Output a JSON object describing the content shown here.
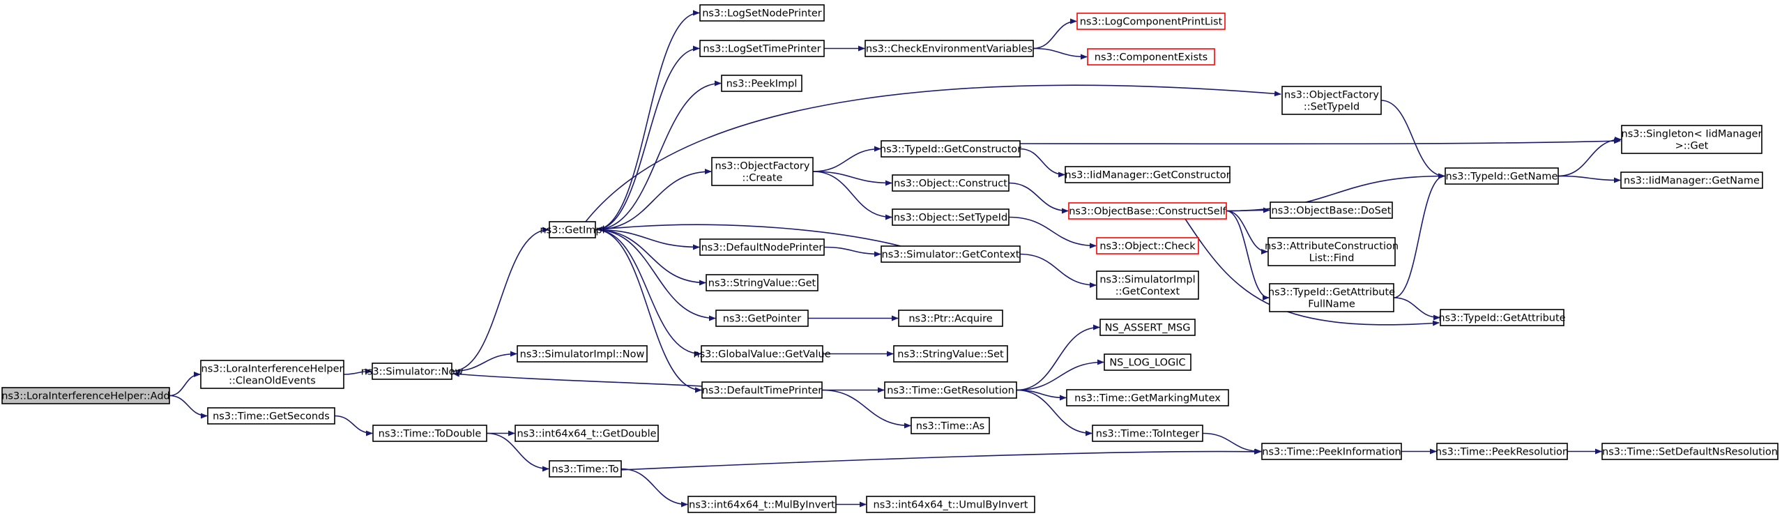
{
  "diagram": {
    "colors": {
      "edge": "#191970",
      "node_border": "#000000",
      "node_border_missing_doc": "#ff0000",
      "root_fill": "#bfbfbf",
      "node_fill": "#ffffff"
    },
    "nodes": [
      {
        "id": "add",
        "lines": [
          "ns3::LoraInterferenceHelper::Add"
        ],
        "style": "root"
      },
      {
        "id": "cleanold",
        "lines": [
          "ns3::LoraInterferenceHelper",
          "::CleanOldEvents"
        ]
      },
      {
        "id": "getseconds",
        "lines": [
          "ns3::Time::GetSeconds"
        ]
      },
      {
        "id": "simnow",
        "lines": [
          "ns3::Simulator::Now"
        ]
      },
      {
        "id": "todouble",
        "lines": [
          "ns3::Time::ToDouble"
        ]
      },
      {
        "id": "getimpl",
        "lines": [
          "ns3::GetImpl"
        ]
      },
      {
        "id": "simimplnow",
        "lines": [
          "ns3::SimulatorImpl::Now"
        ]
      },
      {
        "id": "getdouble",
        "lines": [
          "ns3::int64x64_t::GetDouble"
        ]
      },
      {
        "id": "timeto",
        "lines": [
          "ns3::Time::To"
        ]
      },
      {
        "id": "logsetnode",
        "lines": [
          "ns3::LogSetNodePrinter"
        ]
      },
      {
        "id": "logsettime",
        "lines": [
          "ns3::LogSetTimePrinter"
        ]
      },
      {
        "id": "peekimpl",
        "lines": [
          "ns3::PeekImpl"
        ]
      },
      {
        "id": "ofcreate",
        "lines": [
          "ns3::ObjectFactory",
          "::Create"
        ]
      },
      {
        "id": "defnodeprinter",
        "lines": [
          "ns3::DefaultNodePrinter"
        ]
      },
      {
        "id": "strvalget",
        "lines": [
          "ns3::StringValue::Get"
        ]
      },
      {
        "id": "getpointer",
        "lines": [
          "ns3::GetPointer"
        ]
      },
      {
        "id": "gvgetvalue",
        "lines": [
          "ns3::GlobalValue::GetValue"
        ]
      },
      {
        "id": "deftimeprinter",
        "lines": [
          "ns3::DefaultTimePrinter"
        ]
      },
      {
        "id": "mulbyinvert",
        "lines": [
          "ns3::int64x64_t::MulByInvert"
        ]
      },
      {
        "id": "checkenv",
        "lines": [
          "ns3::CheckEnvironmentVariables"
        ]
      },
      {
        "id": "tidgetctor",
        "lines": [
          "ns3::TypeId::GetConstructor"
        ]
      },
      {
        "id": "objconstruct",
        "lines": [
          "ns3::Object::Construct"
        ]
      },
      {
        "id": "objsettypeid",
        "lines": [
          "ns3::Object::SetTypeId"
        ]
      },
      {
        "id": "simgetctx",
        "lines": [
          "ns3::Simulator::GetContext"
        ]
      },
      {
        "id": "ptracquire",
        "lines": [
          "ns3::Ptr::Acquire"
        ]
      },
      {
        "id": "strvalset",
        "lines": [
          "ns3::StringValue::Set"
        ]
      },
      {
        "id": "getresolution",
        "lines": [
          "ns3::Time::GetResolution"
        ]
      },
      {
        "id": "timeas",
        "lines": [
          "ns3::Time::As"
        ]
      },
      {
        "id": "umulbyinvert",
        "lines": [
          "ns3::int64x64_t::UmulByInvert"
        ]
      },
      {
        "id": "logcomplist",
        "lines": [
          "ns3::LogComponentPrintList"
        ],
        "style": "red"
      },
      {
        "id": "compexists",
        "lines": [
          "ns3::ComponentExists"
        ],
        "style": "red"
      },
      {
        "id": "iidgetctor",
        "lines": [
          "ns3::IidManager::GetConstructor"
        ]
      },
      {
        "id": "objbaseconstruct",
        "lines": [
          "ns3::ObjectBase::ConstructSelf"
        ],
        "style": "red"
      },
      {
        "id": "objcheck",
        "lines": [
          "ns3::Object::Check"
        ],
        "style": "red"
      },
      {
        "id": "simimplgetctx",
        "lines": [
          "ns3::SimulatorImpl",
          "::GetContext"
        ]
      },
      {
        "id": "nsassert",
        "lines": [
          "NS_ASSERT_MSG"
        ]
      },
      {
        "id": "nsloglogic",
        "lines": [
          "NS_LOG_LOGIC"
        ]
      },
      {
        "id": "getmarkingmutex",
        "lines": [
          "ns3::Time::GetMarkingMutex"
        ]
      },
      {
        "id": "tointeger",
        "lines": [
          "ns3::Time::ToInteger"
        ]
      },
      {
        "id": "ofsettypeid",
        "lines": [
          "ns3::ObjectFactory",
          "::SetTypeId"
        ]
      },
      {
        "id": "objbasedoset",
        "lines": [
          "ns3::ObjectBase::DoSet"
        ]
      },
      {
        "id": "attrfind",
        "lines": [
          "ns3::AttributeConstruction",
          "List::Find"
        ]
      },
      {
        "id": "tidgetattrfull",
        "lines": [
          "ns3::TypeId::GetAttribute",
          "FullName"
        ]
      },
      {
        "id": "peekinfo",
        "lines": [
          "ns3::Time::PeekInformation"
        ]
      },
      {
        "id": "tidgetname",
        "lines": [
          "ns3::TypeId::GetName"
        ]
      },
      {
        "id": "tidgetattr",
        "lines": [
          "ns3::TypeId::GetAttribute"
        ]
      },
      {
        "id": "peekres",
        "lines": [
          "ns3::Time::PeekResolution"
        ]
      },
      {
        "id": "singletonget",
        "lines": [
          "ns3::Singleton< IidManager",
          " >::Get"
        ]
      },
      {
        "id": "iidgetname",
        "lines": [
          "ns3::IidManager::GetName"
        ]
      },
      {
        "id": "setdefaultres",
        "lines": [
          "ns3::Time::SetDefaultNsResolution"
        ]
      }
    ],
    "edges": [
      [
        "add",
        "cleanold"
      ],
      [
        "add",
        "getseconds"
      ],
      [
        "cleanold",
        "simnow"
      ],
      [
        "getseconds",
        "todouble"
      ],
      [
        "simnow",
        "getimpl"
      ],
      [
        "simnow",
        "simimplnow"
      ],
      [
        "todouble",
        "getdouble"
      ],
      [
        "todouble",
        "timeto"
      ],
      [
        "getimpl",
        "logsetnode"
      ],
      [
        "getimpl",
        "logsettime"
      ],
      [
        "getimpl",
        "peekimpl"
      ],
      [
        "getimpl",
        "ofsettypeid"
      ],
      [
        "getimpl",
        "ofcreate"
      ],
      [
        "getimpl",
        "defnodeprinter"
      ],
      [
        "getimpl",
        "strvalget"
      ],
      [
        "getimpl",
        "getpointer"
      ],
      [
        "getimpl",
        "gvgetvalue"
      ],
      [
        "getimpl",
        "deftimeprinter"
      ],
      [
        "logsettime",
        "checkenv"
      ],
      [
        "checkenv",
        "logcomplist"
      ],
      [
        "checkenv",
        "compexists"
      ],
      [
        "ofcreate",
        "tidgetctor"
      ],
      [
        "ofcreate",
        "objconstruct"
      ],
      [
        "ofcreate",
        "objsettypeid"
      ],
      [
        "tidgetctor",
        "singletonget"
      ],
      [
        "tidgetctor",
        "iidgetctor"
      ],
      [
        "objconstruct",
        "objbaseconstruct"
      ],
      [
        "objsettypeid",
        "objcheck"
      ],
      [
        "defnodeprinter",
        "simgetctx"
      ],
      [
        "simgetctx",
        "getimpl"
      ],
      [
        "simgetctx",
        "simimplgetctx"
      ],
      [
        "getpointer",
        "ptracquire"
      ],
      [
        "gvgetvalue",
        "strvalset"
      ],
      [
        "deftimeprinter",
        "simnow"
      ],
      [
        "deftimeprinter",
        "getresolution"
      ],
      [
        "deftimeprinter",
        "timeas"
      ],
      [
        "getresolution",
        "nsassert"
      ],
      [
        "getresolution",
        "nsloglogic"
      ],
      [
        "getresolution",
        "getmarkingmutex"
      ],
      [
        "getresolution",
        "tointeger"
      ],
      [
        "tointeger",
        "peekinfo"
      ],
      [
        "timeto",
        "peekinfo"
      ],
      [
        "timeto",
        "mulbyinvert"
      ],
      [
        "mulbyinvert",
        "umulbyinvert"
      ],
      [
        "objbaseconstruct",
        "tidgetname"
      ],
      [
        "objbaseconstruct",
        "objbasedoset"
      ],
      [
        "objbaseconstruct",
        "attrfind"
      ],
      [
        "objbaseconstruct",
        "tidgetattrfull"
      ],
      [
        "objbaseconstruct",
        "tidgetattr"
      ],
      [
        "ofsettypeid",
        "tidgetname"
      ],
      [
        "tidgetattrfull",
        "tidgetname"
      ],
      [
        "tidgetattrfull",
        "tidgetattr"
      ],
      [
        "tidgetname",
        "singletonget"
      ],
      [
        "tidgetname",
        "iidgetname"
      ],
      [
        "peekinfo",
        "peekres"
      ],
      [
        "peekres",
        "setdefaultres"
      ]
    ]
  }
}
